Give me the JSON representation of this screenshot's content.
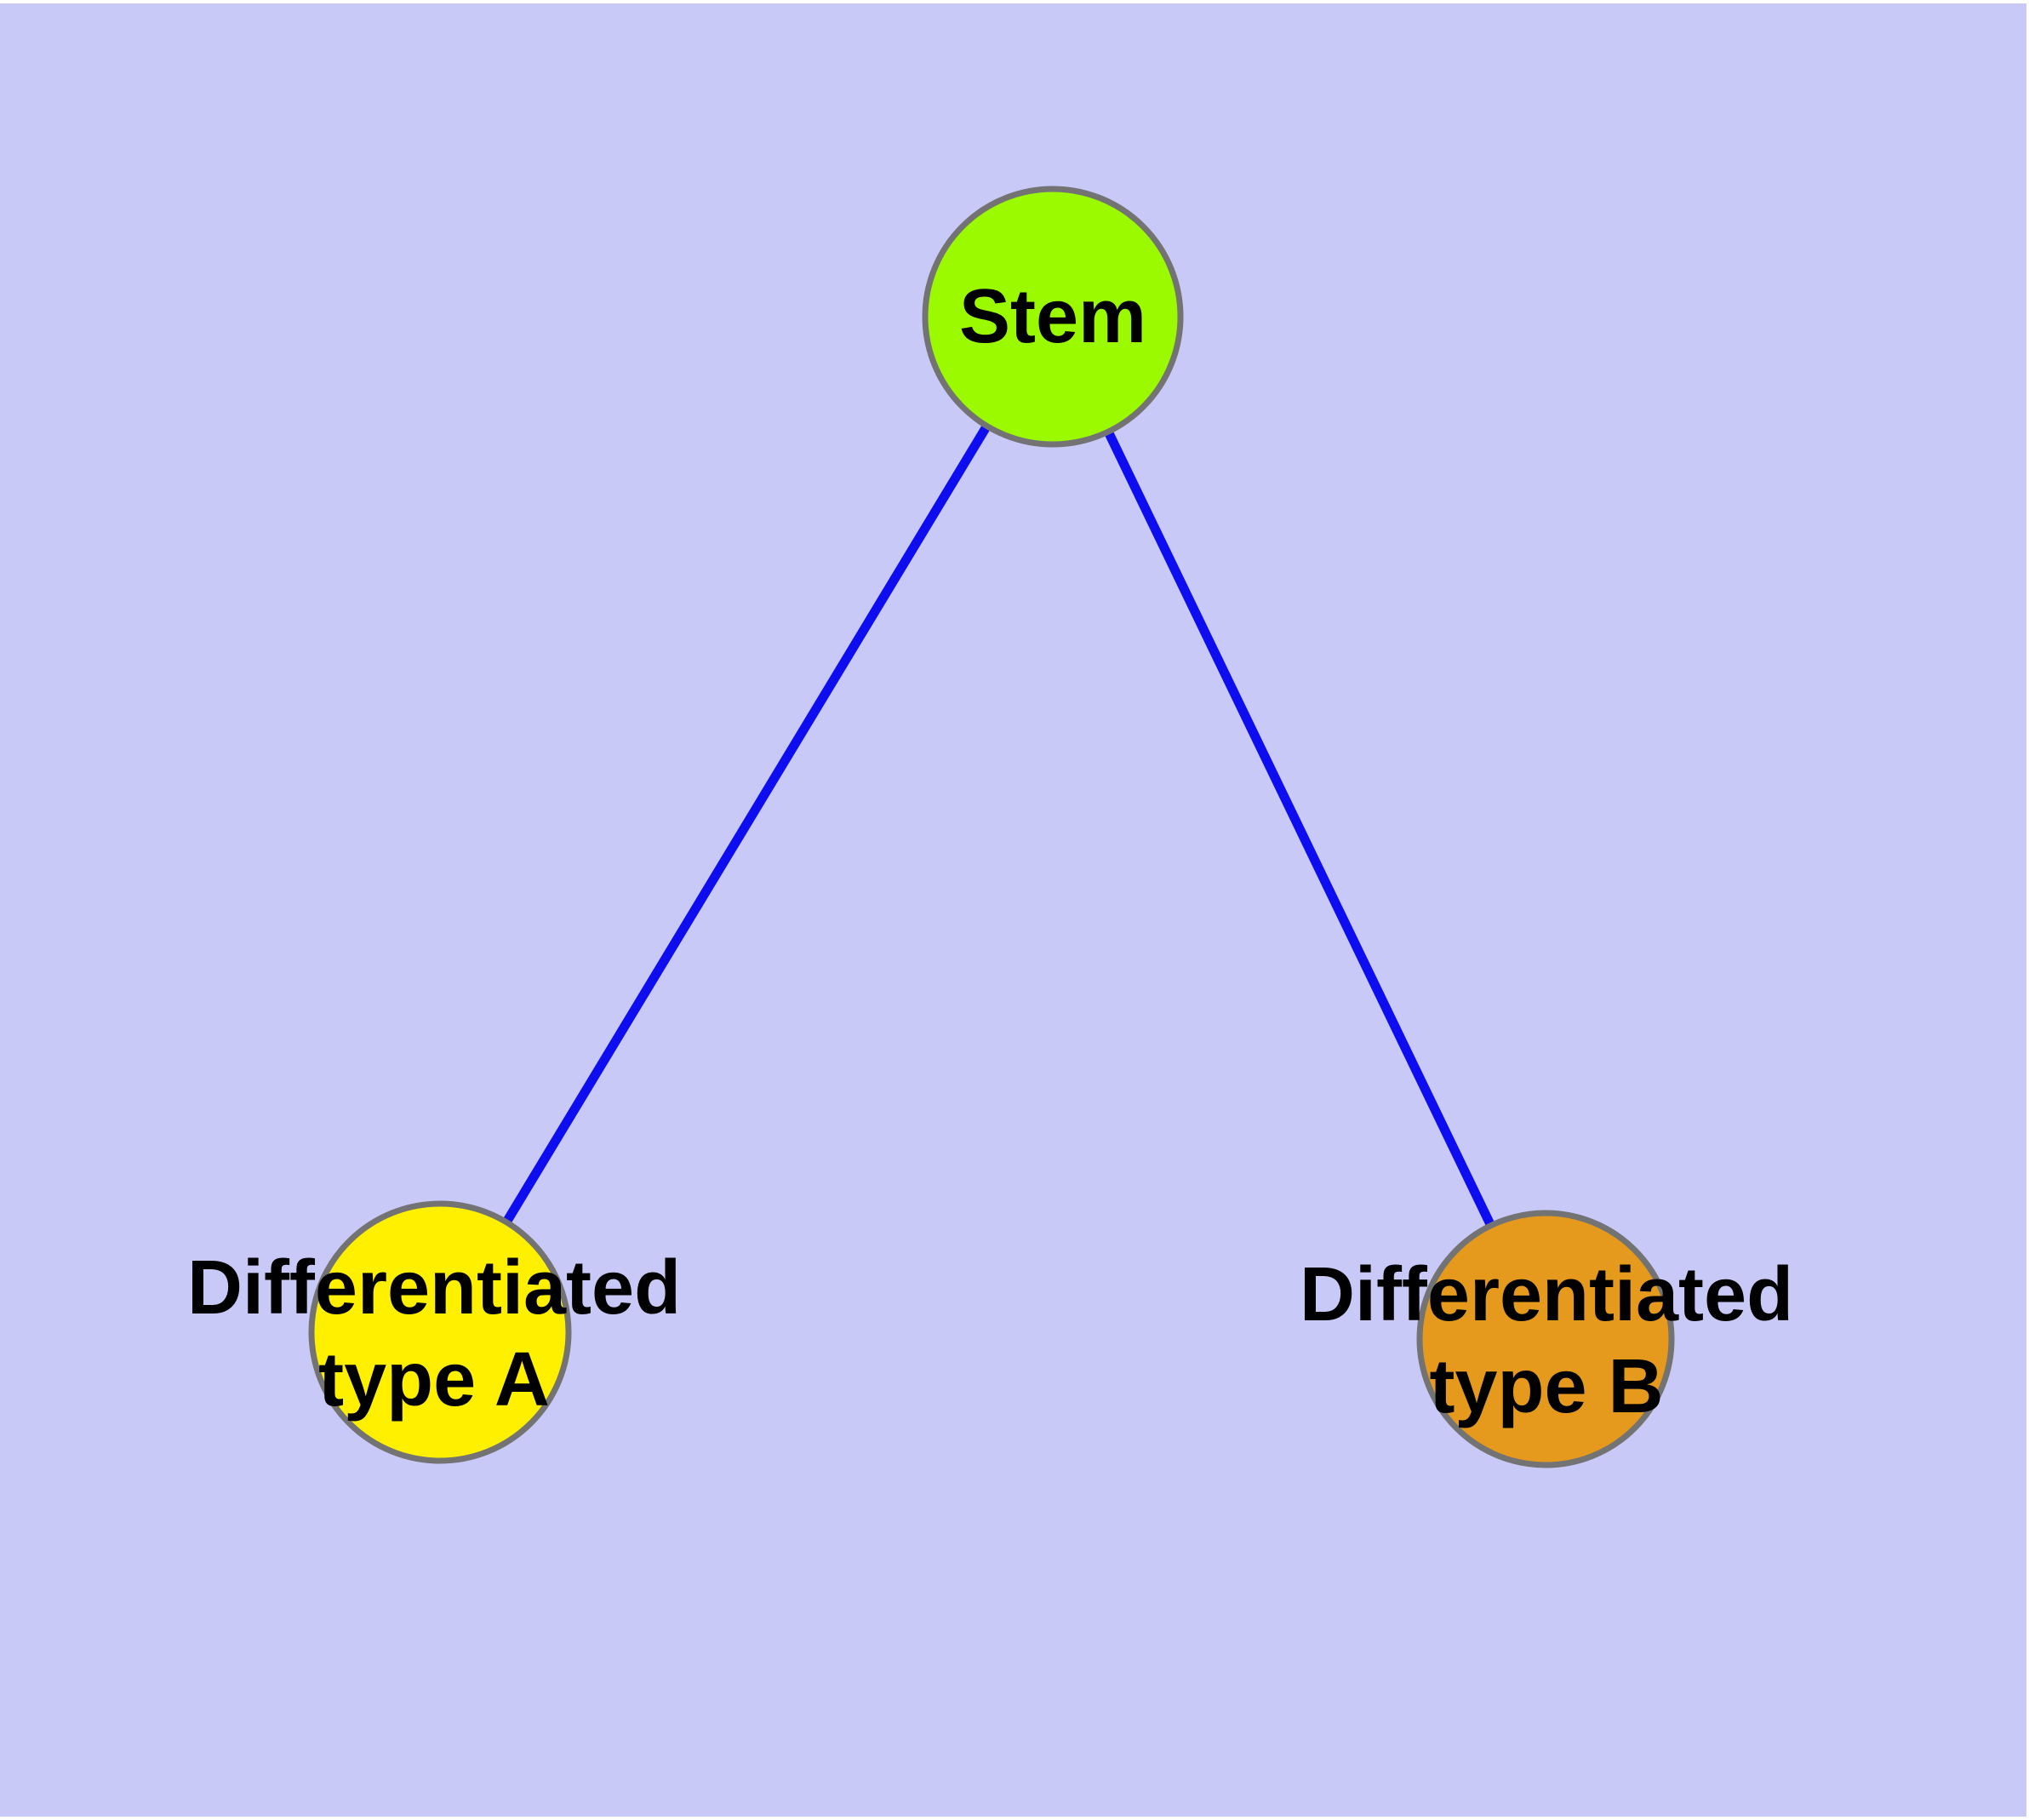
{
  "colors": {
    "page_background": "#FFFFFF",
    "canvas_background": "#C9C9F7",
    "edge": "#0D0DF0",
    "node_border": "#737373",
    "label_text": "#000000",
    "stem_fill": "#9BFA00",
    "type_a_fill": "#FFF000",
    "type_b_fill": "#E59A1E"
  },
  "graph": {
    "nodes": [
      {
        "id": "stem",
        "label": "Stem",
        "fill": "#9BFA00"
      },
      {
        "id": "differentiated-type-a",
        "label": "Differentiated\ntype A",
        "fill": "#FFF000"
      },
      {
        "id": "differentiated-type-b",
        "label": "Differentiated\ntype B",
        "fill": "#E59A1E"
      }
    ],
    "edges": [
      {
        "from": "stem",
        "to": "differentiated-type-a"
      },
      {
        "from": "stem",
        "to": "differentiated-type-b"
      }
    ]
  }
}
